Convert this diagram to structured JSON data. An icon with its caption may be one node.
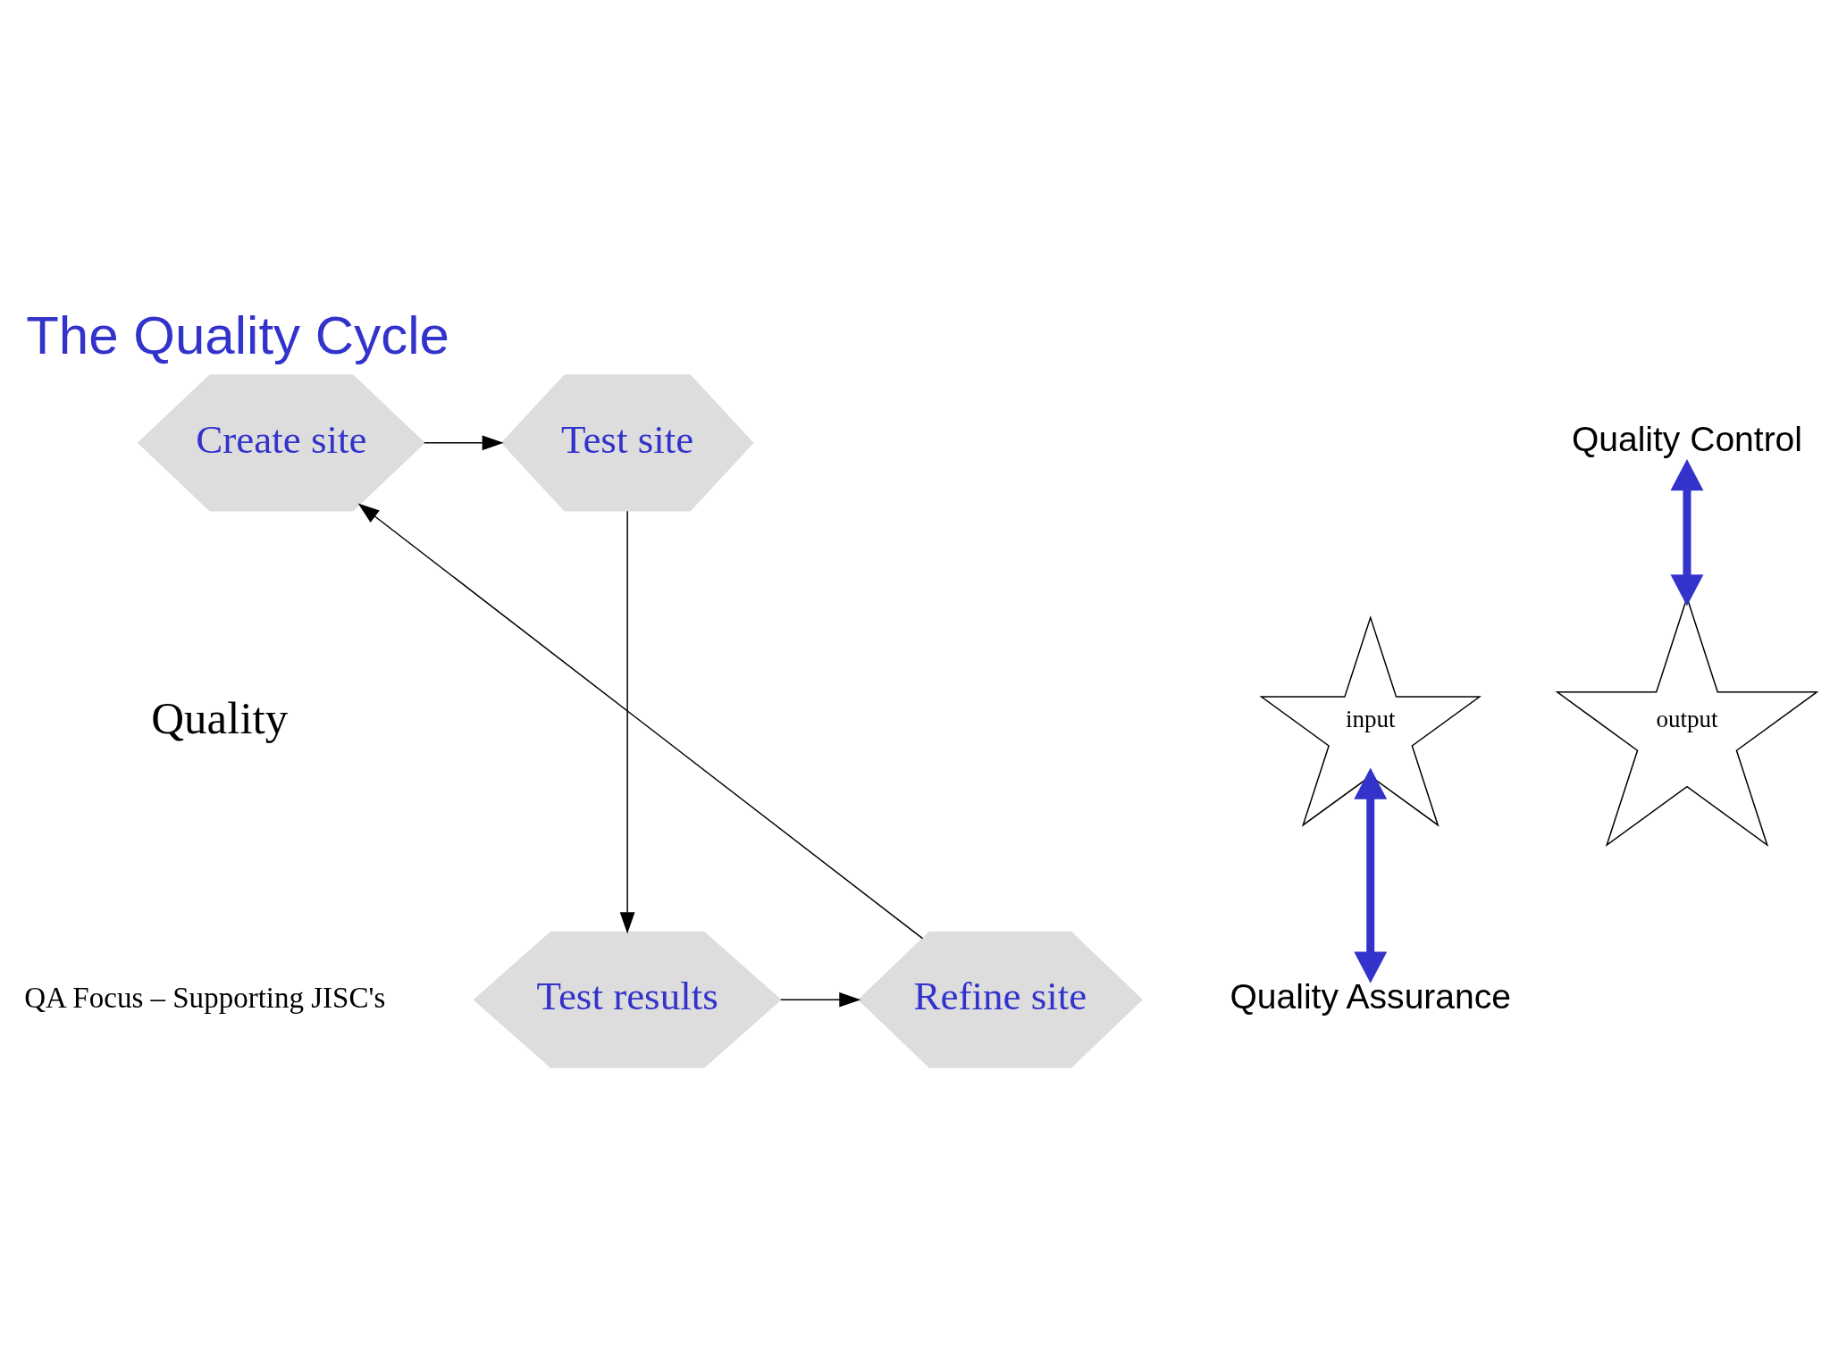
{
  "diagram": {
    "title": "The Quality Cycle",
    "nodes": [
      {
        "text": [
          "Create site"
        ]
      },
      {
        "text": [
          "Test site"
        ]
      },
      {
        "text": [
          "Test results"
        ]
      },
      {
        "text": [
          "Refine site"
        ]
      },
      {
        "text": [
          "input"
        ]
      },
      {
        "text": [
          "output"
        ]
      },
      {
        "text": [
          "Quality Control"
        ]
      },
      {
        "text": [
          "Quality Assurance"
        ]
      }
    ],
    "edges": [
      {
        "from": 0,
        "to": 1,
        "arrow": "to"
      },
      {
        "from": 1,
        "to": 2,
        "arrow": "to"
      },
      {
        "from": 2,
        "to": 3,
        "arrow": "to"
      },
      {
        "from": 3,
        "to": 0,
        "arrow": "to"
      },
      {
        "from": 6,
        "to": 5,
        "arrow": "both",
        "style": "thick",
        "color": "#3333cc"
      },
      {
        "from": 4,
        "to": 7,
        "arrow": "both",
        "style": "thick",
        "color": "#3333cc"
      }
    ],
    "labels": [
      "Quality",
      "QA Focus – Supporting JISC's"
    ]
  }
}
